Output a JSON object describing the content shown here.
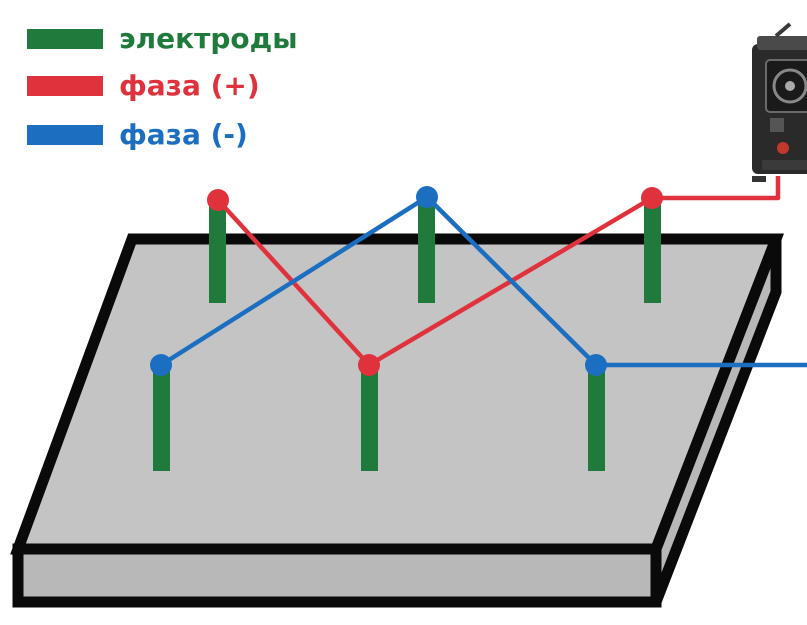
{
  "legend": [
    {
      "label": "электроды",
      "color": "#1f7a3c"
    },
    {
      "label": "фаза (+)",
      "color": "#e0323c"
    },
    {
      "label": "фаза (-)",
      "color": "#1c6fc0"
    }
  ],
  "colors": {
    "slab_top": "#c4c4c4",
    "slab_side": "#b8b8b8",
    "slab_outline": "#0a0a0a",
    "electrode": "#1f7a3c",
    "phase_plus": "#e0323c",
    "phase_minus": "#1c6fc0",
    "transformer_body": "#2a2a2a"
  },
  "transformer": {
    "icon": "welding-transformer-icon"
  }
}
